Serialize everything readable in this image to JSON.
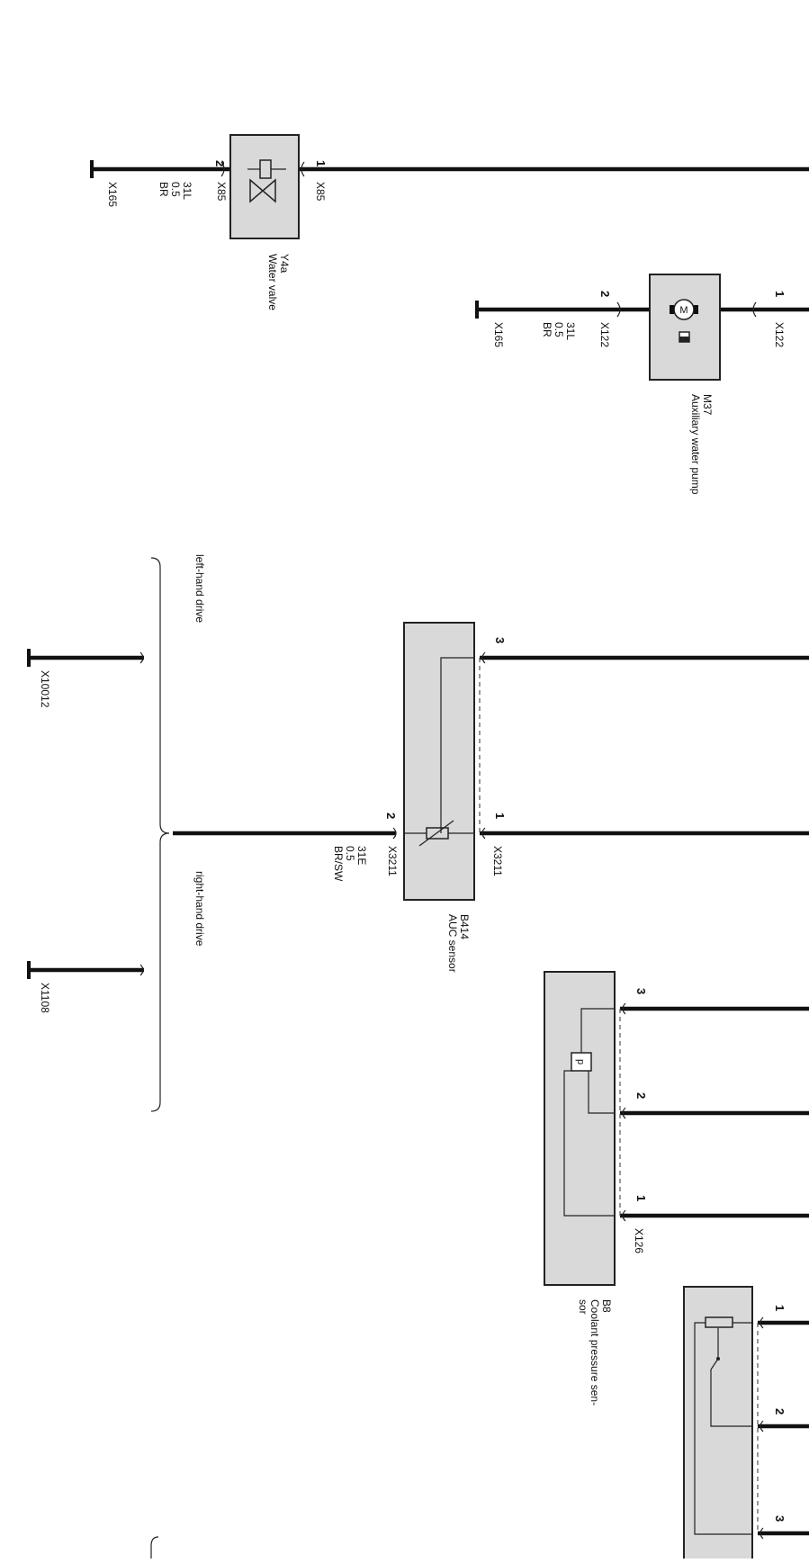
{
  "water_valve": {
    "id": "Y4a",
    "name": "Water valve",
    "pin1": "1",
    "pin2": "2",
    "conn1": "X85",
    "conn2": "X85",
    "wire_id": "31L",
    "wire_size": "0.5",
    "wire_color": "BR",
    "ground": "X165"
  },
  "aux_pump": {
    "id": "M37",
    "name": "Auxiliary water pump",
    "pin1": "1",
    "pin2": "2",
    "conn1": "X122",
    "conn2": "X122",
    "wire_id": "31L",
    "wire_size": "0.5",
    "wire_color": "BR",
    "ground": "X165",
    "motor_glyph": "M"
  },
  "variants": {
    "left_label": "left-hand drive",
    "right_label": "right-hand drive",
    "left_ground": "X10012",
    "right_ground": "X1108"
  },
  "auc_sensor": {
    "id": "B414",
    "name": "AUC sensor",
    "pin3": "3",
    "pin1": "1",
    "pin2": "2",
    "conn1": "X3211",
    "conn2": "X3211",
    "wire_id": "31E",
    "wire_size": "0.5",
    "wire_color": "BR/SW"
  },
  "coolant_sensor": {
    "id": "B8",
    "name_line1": "Coolant pressure sen-",
    "name_line2": "sor",
    "pin3": "3",
    "pin2": "2",
    "pin1": "1",
    "conn": "X126",
    "p_glyph": "p"
  },
  "bottom_part": {
    "pin1": "1",
    "pin2": "2",
    "pin3": "3"
  }
}
